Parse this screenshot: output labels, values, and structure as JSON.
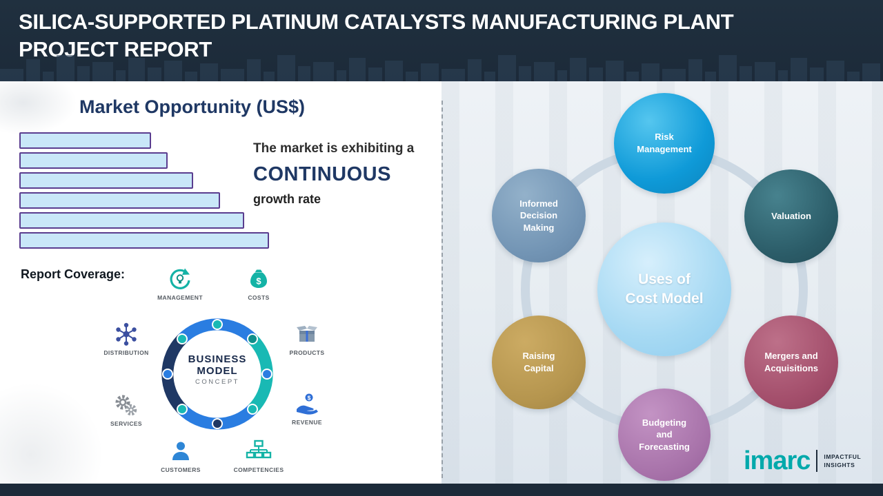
{
  "colors": {
    "header_bg": "#1c2a39",
    "accent_navy": "#1f3864",
    "bar_fill": "#c9e7f8",
    "bar_border": "#5a3d8f",
    "ring_gray": "#ccd8e3",
    "imarc_teal": "#00a9ab"
  },
  "header": {
    "title_line1": "SILICA-SUPPORTED PLATINUM CATALYSTS MANUFACTURING PLANT",
    "title_line2": "PROJECT REPORT"
  },
  "left_panel": {
    "section_title": "Market Opportunity (US$)",
    "growth": {
      "line1": "The market is exhibiting a",
      "line2": "CONTINUOUS",
      "line3": "growth rate"
    },
    "report_coverage_label": "Report Coverage:",
    "business_model": {
      "center": {
        "line1": "BUSINESS",
        "line2": "MODEL",
        "line3": "CONCEPT"
      },
      "items": [
        {
          "label": "MANAGEMENT",
          "icon": "recycle-arrows-lightbulb-icon",
          "color": "#14b3a6"
        },
        {
          "label": "COSTS",
          "icon": "money-bag-icon",
          "color": "#14b3a6"
        },
        {
          "label": "DISTRIBUTION",
          "icon": "network-nodes-icon",
          "color": "#3b4fa0"
        },
        {
          "label": "PRODUCTS",
          "icon": "box-icon",
          "color": "#8599ad"
        },
        {
          "label": "SERVICES",
          "icon": "gears-icon",
          "color": "#878c93"
        },
        {
          "label": "REVENUE",
          "icon": "hand-coin-icon",
          "color": "#2f6fd6"
        },
        {
          "label": "CUSTOMERS",
          "icon": "person-icon",
          "color": "#2e86d6"
        },
        {
          "label": "COMPETENCIES",
          "icon": "org-chart-icon",
          "color": "#14b3a6"
        }
      ]
    }
  },
  "chart_data": {
    "type": "bar",
    "orientation": "horizontal",
    "title": "Market Opportunity (US$)",
    "categories": [
      "",
      "",
      "",
      "",
      "",
      ""
    ],
    "values": [
      190,
      214,
      251,
      289,
      324,
      360
    ],
    "value_unit": "relative bar length, no axis or value labels shown",
    "bar_fill": "#c9e7f8",
    "bar_border": "#5a3d8f",
    "annotation": "The market is exhibiting a CONTINUOUS growth rate"
  },
  "cost_model": {
    "center_label": "Uses of Cost Model",
    "nodes": [
      {
        "label": "Risk Management",
        "color": "#119fdb"
      },
      {
        "label": "Valuation",
        "color": "#2b5c68"
      },
      {
        "label": "Mergers and Acquisitions",
        "color": "#a34e6b"
      },
      {
        "label": "Budgeting and Forecasting",
        "color": "#a873aa"
      },
      {
        "label": "Raising Capital",
        "color": "#b5954e"
      },
      {
        "label": "Informed Decision Making",
        "color": "#7294b4"
      }
    ]
  },
  "branding": {
    "logo_text": "imarc",
    "tagline_line1": "IMPACTFUL",
    "tagline_line2": "INSIGHTS"
  }
}
